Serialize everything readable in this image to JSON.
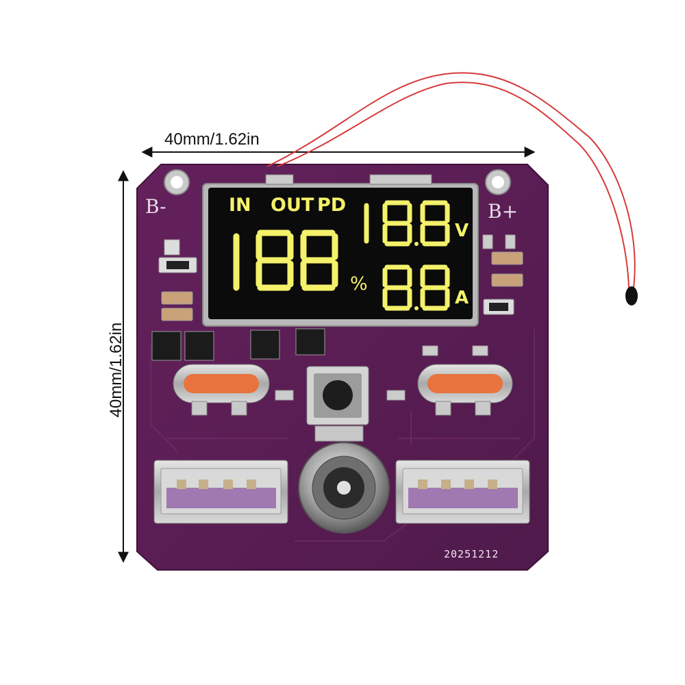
{
  "dimensions": {
    "width_label": "40mm/1.62in",
    "height_label": "40mm/1.62in"
  },
  "display": {
    "labels": [
      "IN",
      "OUT",
      "PD"
    ],
    "percent_digits": "188",
    "percent_unit": "%",
    "voltage_digits": "18.8",
    "voltage_unit": "V",
    "current_digits": "8.8",
    "current_unit": "A",
    "segment_color": "#f4f16a"
  },
  "board": {
    "silkscreen_b_minus": "B-",
    "silkscreen_b_plus": "B+",
    "date_code": "20251212",
    "pcb_color": "#5a1d53",
    "ports": [
      "usb-c-left",
      "usb-c-right",
      "usb-a-left",
      "usb-a-right",
      "dc-barrel-jack"
    ]
  }
}
